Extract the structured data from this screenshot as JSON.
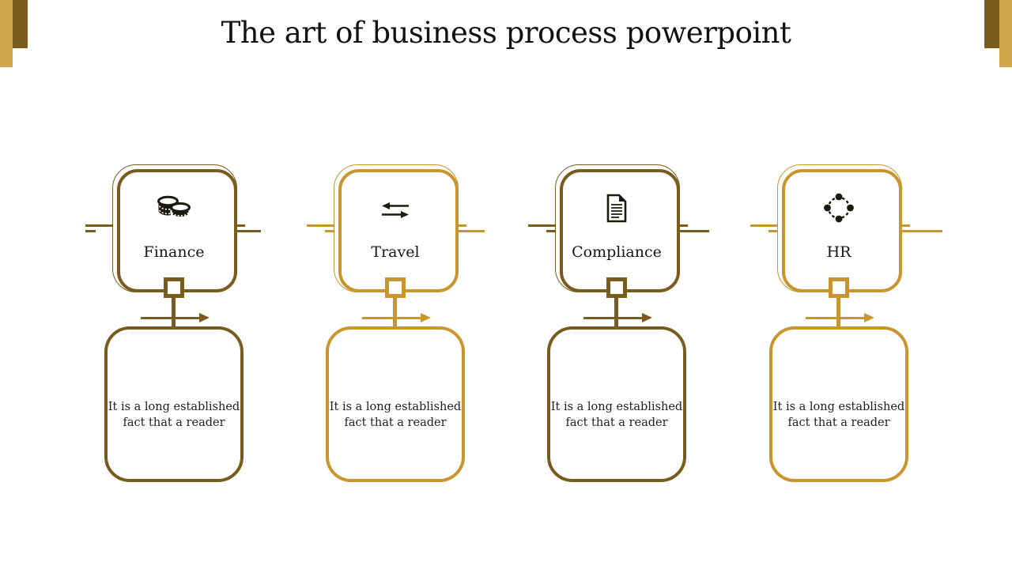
{
  "slide": {
    "title": "The art of business process powerpoint",
    "colors": {
      "gold": "#C8952F",
      "dark_gold": "#7A5B1E",
      "bar_light": "#D2A74B",
      "bar_dark": "#7A5C1E",
      "text": "#1b1b1b"
    },
    "columns": [
      {
        "label": "Finance",
        "icon": "coins-icon",
        "color_role": "dark_gold",
        "description_lines": [
          "It is a long established",
          "fact that a reader"
        ]
      },
      {
        "label": "Travel",
        "icon": "transfer-arrows-icon",
        "color_role": "gold",
        "description_lines": [
          "It is a long established",
          "fact that a reader"
        ]
      },
      {
        "label": "Compliance",
        "icon": "document-icon",
        "color_role": "dark_gold",
        "description_lines": [
          "It is a long established",
          "fact that a reader"
        ]
      },
      {
        "label": "HR",
        "icon": "process-dots-icon",
        "color_role": "gold",
        "description_lines": [
          "It is a long established",
          "fact that a reader"
        ]
      }
    ]
  }
}
